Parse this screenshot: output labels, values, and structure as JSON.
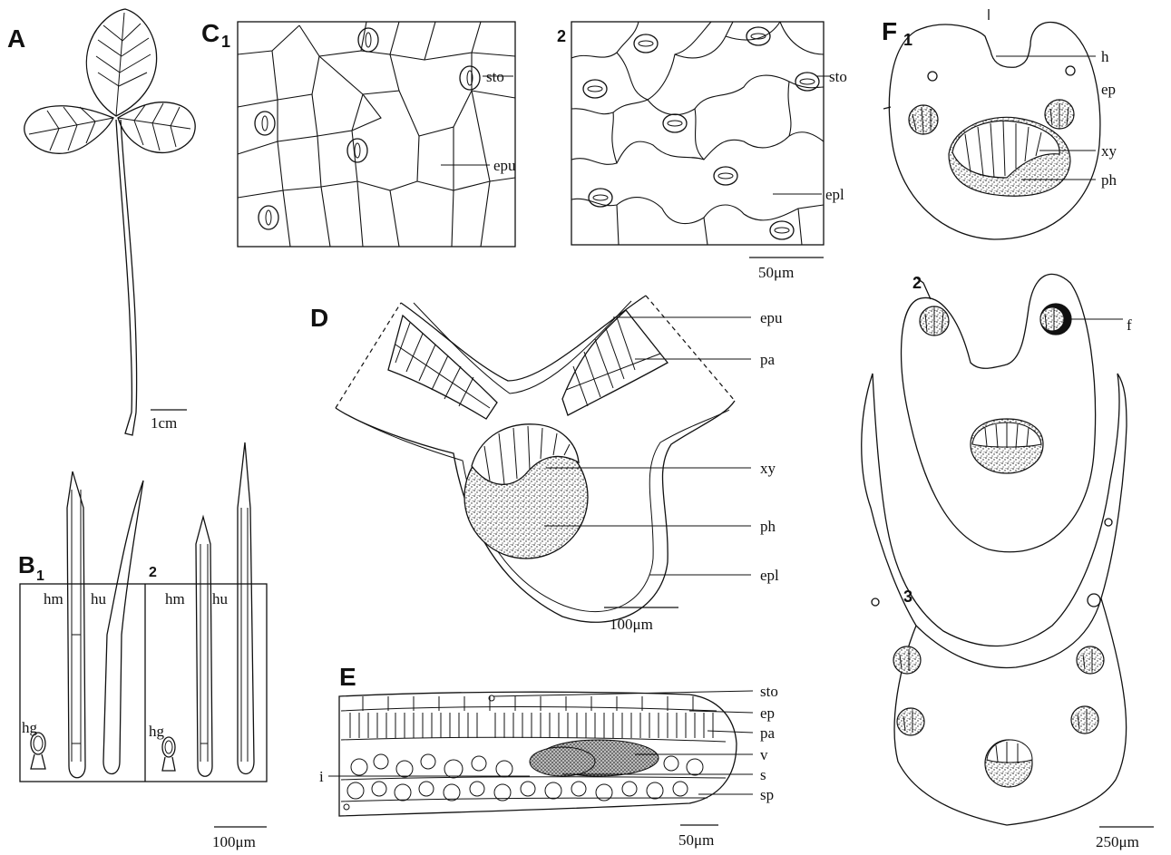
{
  "panels": {
    "A": {
      "letter": "A",
      "scale": "1cm"
    },
    "B": {
      "letter": "B",
      "sub1": "1",
      "sub2": "2",
      "scale": "100μm",
      "labels": {
        "hm": "hm",
        "hu": "hu",
        "hg": "hg"
      }
    },
    "C": {
      "letter": "C",
      "sub1": "1",
      "sub2": "2",
      "scale": "50μm",
      "labels": {
        "sto": "sto",
        "epu": "epu",
        "epl": "epl"
      }
    },
    "D": {
      "letter": "D",
      "scale": "100μm",
      "labels": {
        "epu": "epu",
        "pa": "pa",
        "xy": "xy",
        "ph": "ph",
        "epl": "epl"
      }
    },
    "E": {
      "letter": "E",
      "scale": "50μm",
      "labels": {
        "sto": "sto",
        "ep": "ep",
        "pa": "pa",
        "v": "v",
        "s": "s",
        "sp": "sp",
        "i": "i"
      }
    },
    "F": {
      "letter": "F",
      "sub1": "1",
      "sub2": "2",
      "sub3": "3",
      "scale": "250μm",
      "labels": {
        "h": "h",
        "ep": "ep",
        "xy": "xy",
        "ph": "ph",
        "f": "f"
      }
    }
  }
}
